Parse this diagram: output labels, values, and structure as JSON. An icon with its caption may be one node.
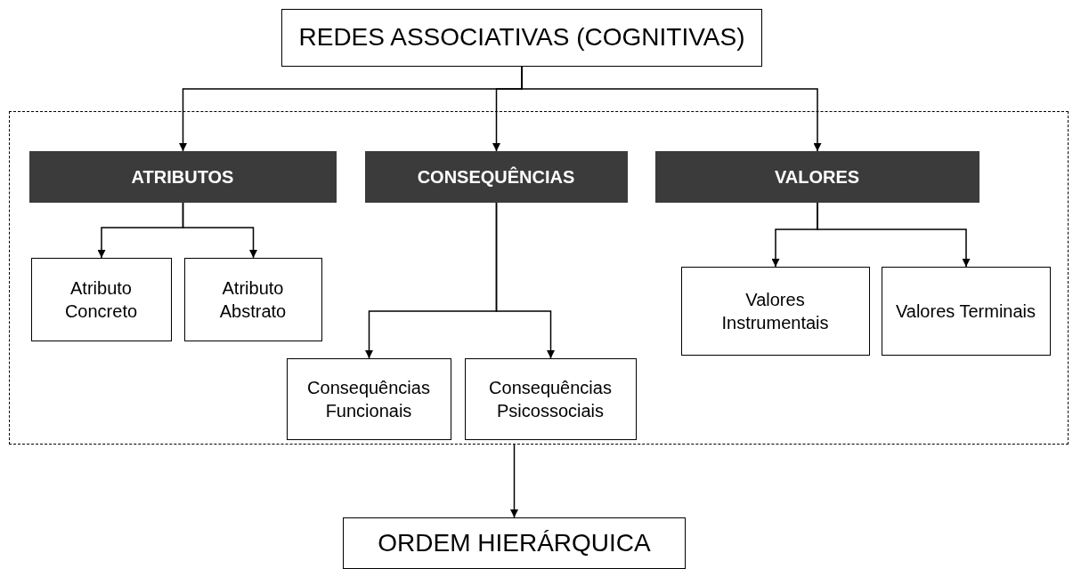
{
  "diagram": {
    "nodes": [
      {
        "text": [
          "REDES ASSOCIATIVAS (COGNITIVAS)"
        ]
      },
      {
        "text": [],
        "shape": "box"
      },
      {
        "text": [
          "ATRIBUTOS"
        ],
        "in": 1
      },
      {
        "text": [
          "CONSEQUÊNCIAS"
        ],
        "in": 1
      },
      {
        "text": [
          "VALORES"
        ],
        "in": 1
      },
      {
        "text": [
          "Atributo Concreto"
        ],
        "in": 1
      },
      {
        "text": [
          "Atributo Abstrato"
        ],
        "in": 1
      },
      {
        "text": [
          "Consequências Funcionais"
        ],
        "in": 1
      },
      {
        "text": [
          "Consequências Psicossociais"
        ],
        "in": 1
      },
      {
        "text": [
          "Valores Instrumentais"
        ],
        "in": 1
      },
      {
        "text": [
          "Valores Terminais"
        ],
        "in": 1
      },
      {
        "text": [
          "ORDEM HIERÁRQUICA"
        ]
      }
    ],
    "edges": [
      {
        "from": 0,
        "to": 2,
        "arrow": "to"
      },
      {
        "from": 0,
        "to": 3,
        "arrow": "to"
      },
      {
        "from": 0,
        "to": 4,
        "arrow": "to"
      },
      {
        "from": 2,
        "to": 5,
        "arrow": "to"
      },
      {
        "from": 2,
        "to": 6,
        "arrow": "to"
      },
      {
        "from": 3,
        "to": 7,
        "arrow": "to"
      },
      {
        "from": 3,
        "to": 8,
        "arrow": "to"
      },
      {
        "from": 4,
        "to": 9,
        "arrow": "to"
      },
      {
        "from": 4,
        "to": 10,
        "arrow": "to"
      },
      {
        "from": 1,
        "to": 11,
        "arrow": "to"
      }
    ]
  }
}
